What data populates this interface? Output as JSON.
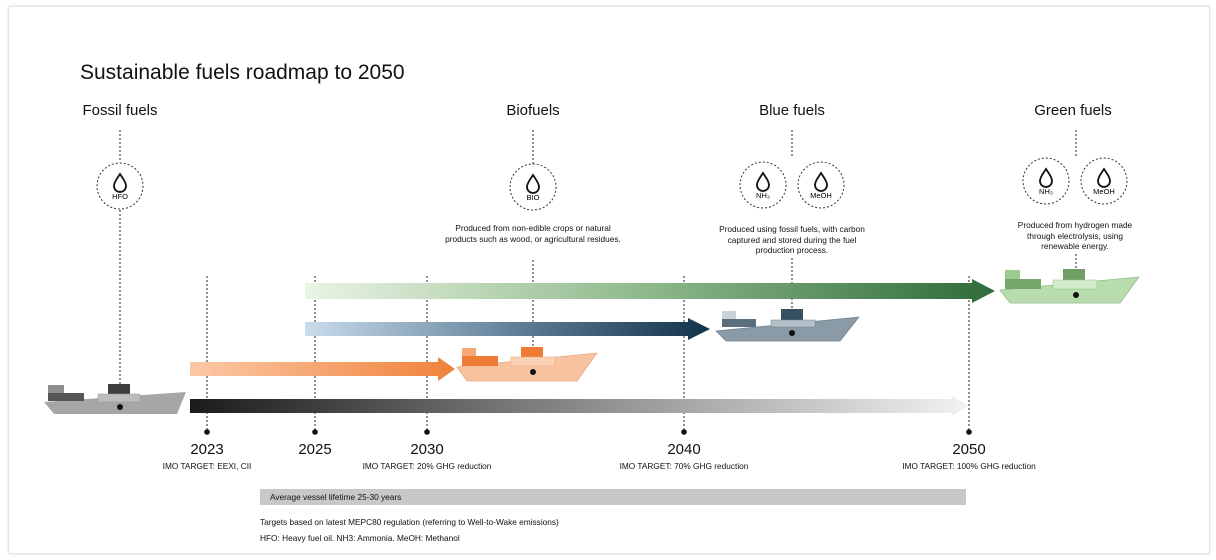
{
  "title": "Sustainable fuels roadmap to 2050",
  "groups": {
    "fossil": {
      "title": "Fossil fuels",
      "icons": [
        "HFO"
      ]
    },
    "bio": {
      "title": "Biofuels",
      "icons": [
        "BIO"
      ],
      "description": "Produced from non-edible crops or natural products such as wood, or agricultural residues."
    },
    "blue": {
      "title": "Blue fuels",
      "icons": [
        "NH₃",
        "MeOH"
      ],
      "description": "Produced using fossil fuels, with carbon captured and stored during the fuel production process."
    },
    "green": {
      "title": "Green fuels",
      "icons": [
        "NH₃",
        "MeOH"
      ],
      "description": "Produced from hydrogen made through electrolysis, using renewable energy."
    }
  },
  "timeline": [
    {
      "year": "2023",
      "target": "IMO TARGET: EEXI, CII"
    },
    {
      "year": "2025",
      "target": ""
    },
    {
      "year": "2030",
      "target": "IMO TARGET: 20% GHG reduction"
    },
    {
      "year": "2040",
      "target": "IMO TARGET: 70% GHG reduction"
    },
    {
      "year": "2050",
      "target": "IMO TARGET: 100% GHG reduction"
    }
  ],
  "lifetime_label": "Average vessel lifetime 25-30 years",
  "footnotes": [
    "Targets based on latest MEPC80 regulation (referring to Well-to-Wake emissions)",
    "HFO: Heavy fuel oil. NH3: Ammonia. MeOH: Methanol"
  ],
  "colors": {
    "fossil": "#1a1a1a",
    "bio": "#f0813a",
    "blue": "#10324a",
    "green": "#2e6b3a",
    "fossil_ship": "#a6a6a6",
    "bio_ship": "#f8c4a0",
    "blue_ship": "#8a9aa6",
    "green_ship": "#b9dcae"
  }
}
